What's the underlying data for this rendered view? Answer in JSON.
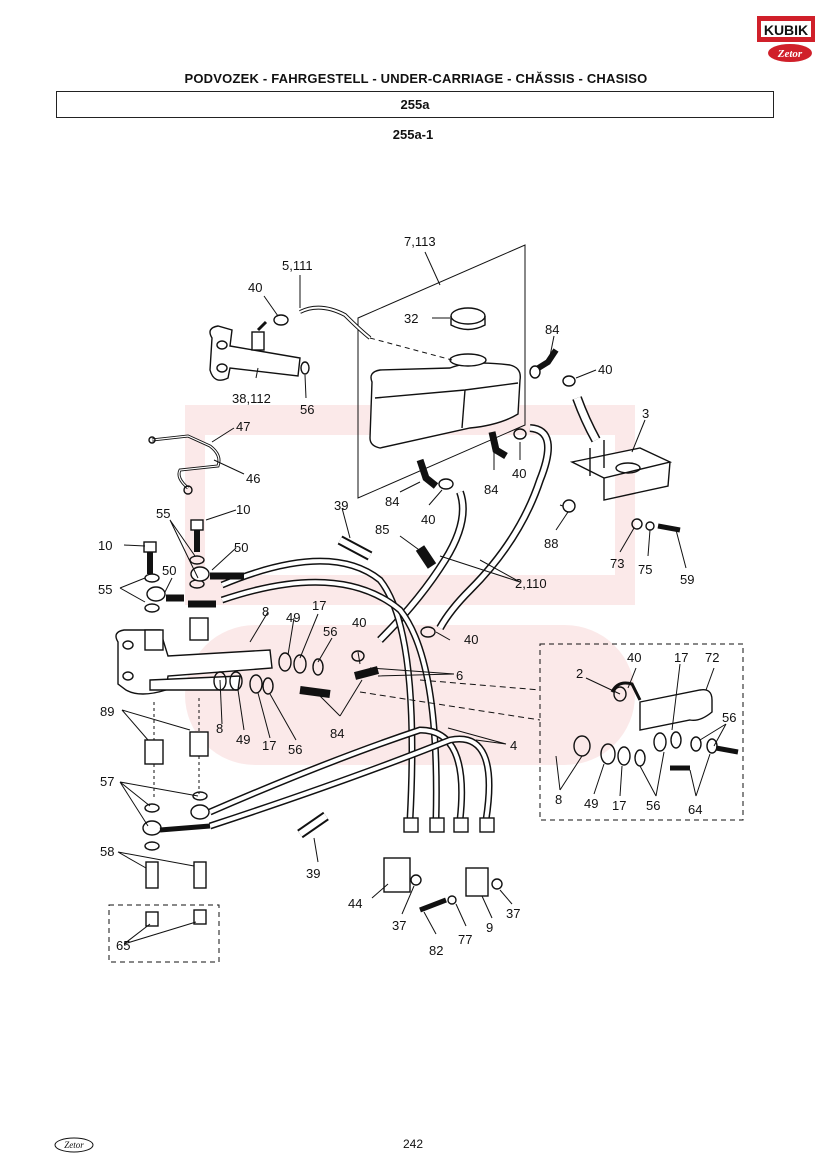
{
  "header": {
    "title": "PODVOZEK - FAHRGESTELL - UNDER-CARRIAGE - CHĂSSIS - CHASISO"
  },
  "section": {
    "code": "255a",
    "subcode": "255a-1"
  },
  "brand": {
    "logo_text": "KUBIK",
    "sub_text": "Zetor"
  },
  "footer": {
    "page_number": "242",
    "logo_text": "Zetor"
  },
  "colors": {
    "ink": "#111111",
    "brand_red": "#d0202a",
    "watermark": "#e05050"
  },
  "callouts": [
    "7,113",
    "5,111",
    "40",
    "32",
    "84",
    "40",
    "38,112",
    "56",
    "47",
    "46",
    "3",
    "39",
    "84",
    "84",
    "40",
    "40",
    "10",
    "55",
    "50",
    "10",
    "50",
    "55",
    "85",
    "2,110",
    "88",
    "73",
    "75",
    "59",
    "8",
    "49",
    "17",
    "56",
    "40",
    "40",
    "6",
    "2",
    "40",
    "17",
    "72",
    "56",
    "89",
    "8",
    "49",
    "17",
    "56",
    "84",
    "4",
    "8",
    "49",
    "17",
    "56",
    "64",
    "57",
    "58",
    "39",
    "44",
    "37",
    "82",
    "77",
    "9",
    "37",
    "65"
  ]
}
